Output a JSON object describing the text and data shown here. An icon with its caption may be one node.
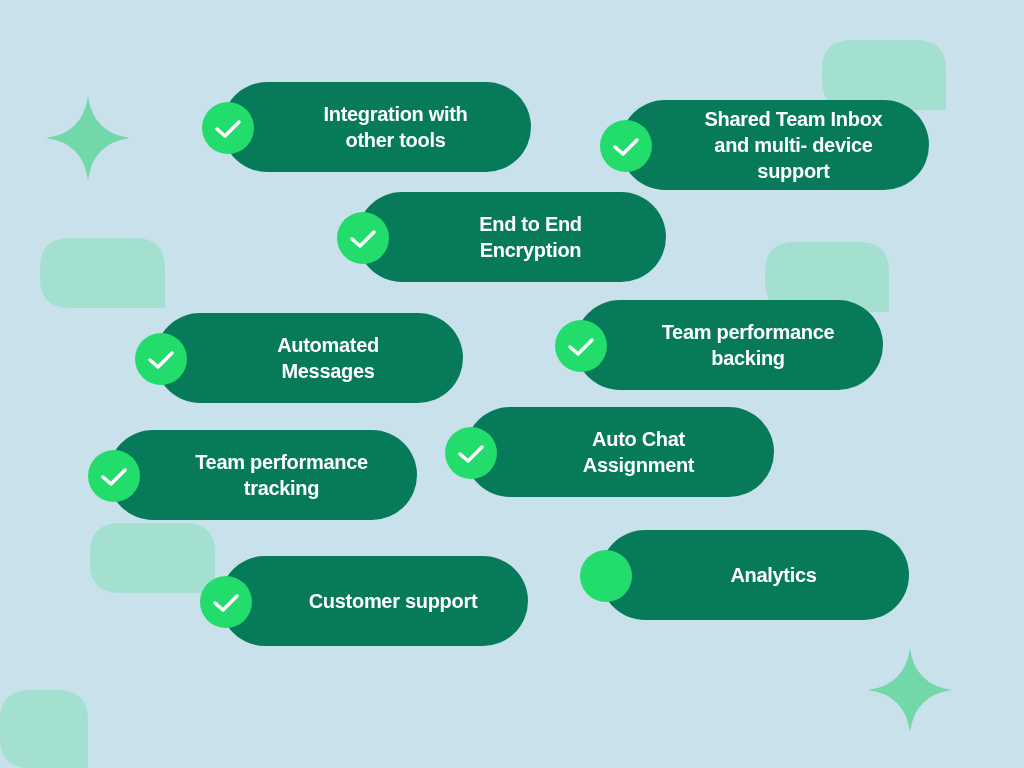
{
  "diagram": {
    "nodes": [
      {
        "text": [
          "Integration with other tools"
        ]
      },
      {
        "text": [
          "Shared Team Inbox and multi- device support"
        ]
      },
      {
        "text": [
          "End to End Encryption"
        ]
      },
      {
        "text": [
          "Team performance backing"
        ]
      },
      {
        "text": [
          "Automated Messages"
        ]
      },
      {
        "text": [
          "Auto Chat Assignment"
        ]
      },
      {
        "text": [
          "Team performance tracking"
        ]
      },
      {
        "text": [
          "Analytics"
        ]
      },
      {
        "text": [
          "Customer support"
        ]
      }
    ]
  }
}
